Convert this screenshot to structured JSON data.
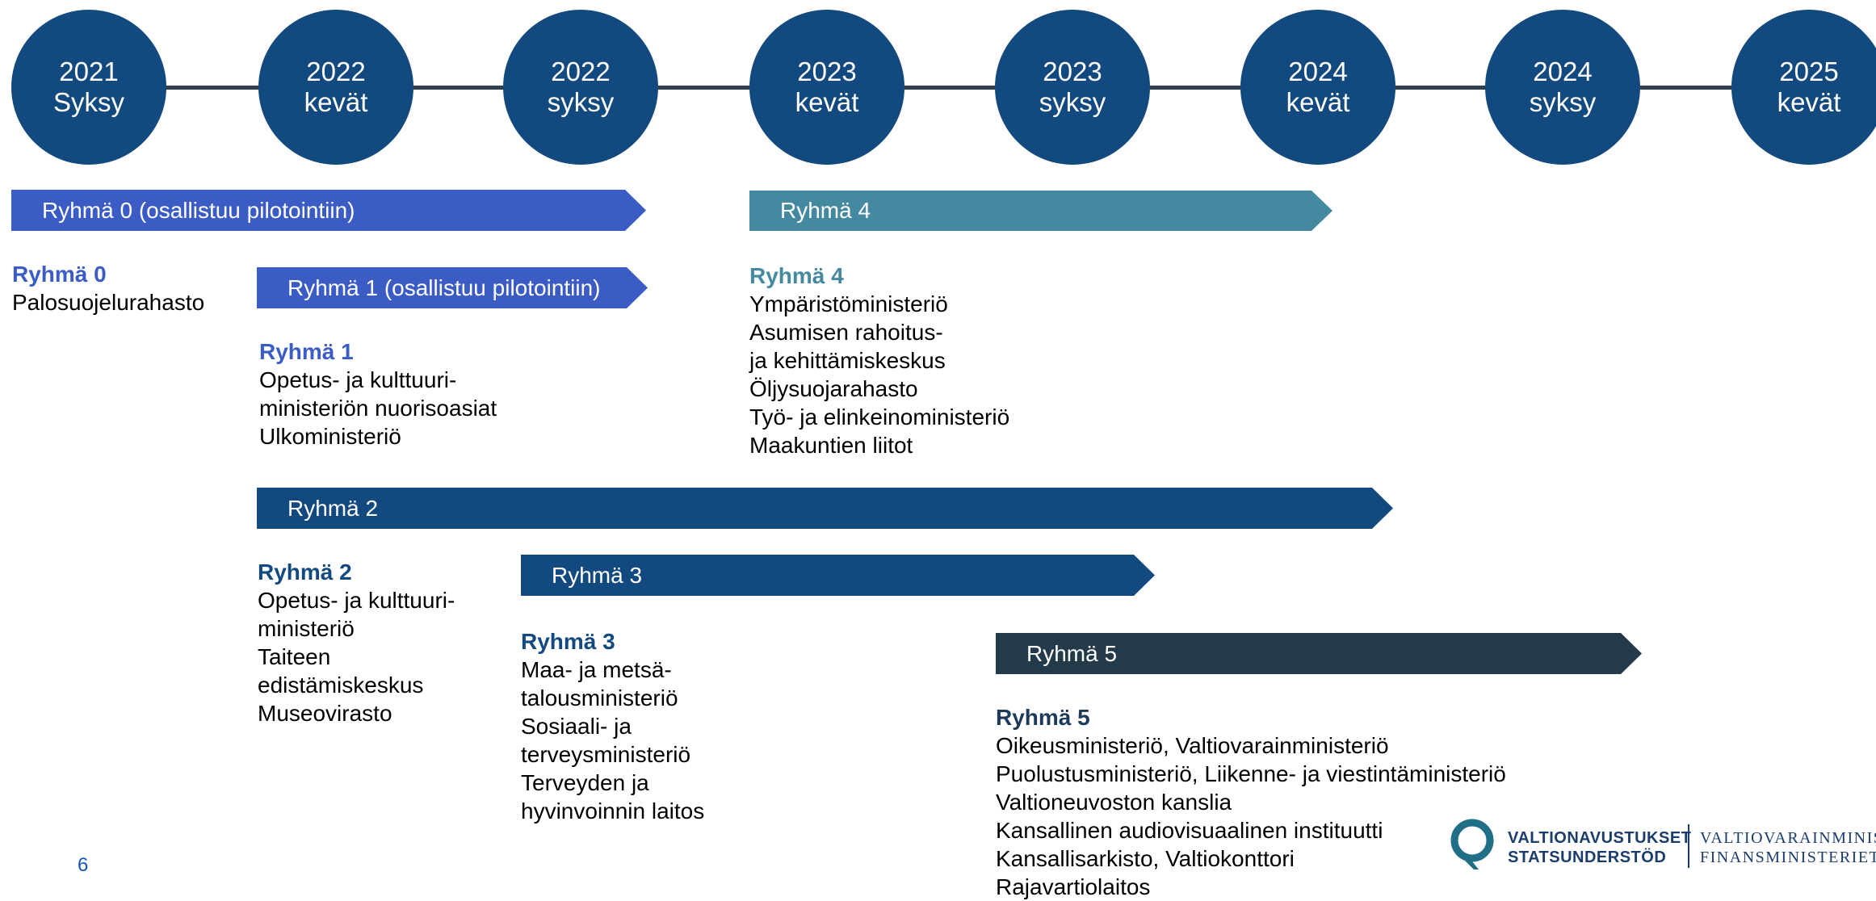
{
  "milestones": [
    {
      "year": "2021",
      "season": "Syksy"
    },
    {
      "year": "2022",
      "season": "kevät"
    },
    {
      "year": "2022",
      "season": "syksy"
    },
    {
      "year": "2023",
      "season": "kevät"
    },
    {
      "year": "2023",
      "season": "syksy"
    },
    {
      "year": "2024",
      "season": "kevät"
    },
    {
      "year": "2024",
      "season": "syksy"
    },
    {
      "year": "2025",
      "season": "kevät"
    }
  ],
  "bars": {
    "group0": "Ryhmä 0 (osallistuu pilotointiin)",
    "group1": "Ryhmä 1 (osallistuu pilotointiin)",
    "group2": "Ryhmä 2",
    "group3": "Ryhmä 3",
    "group4": "Ryhmä 4",
    "group5": "Ryhmä 5"
  },
  "groups": {
    "group0": {
      "title": "Ryhmä 0",
      "members": [
        "Palosuojelurahasto"
      ]
    },
    "group1": {
      "title": "Ryhmä 1",
      "members": [
        "Opetus- ja kulttuuri-",
        "ministeriön nuorisoasiat",
        "Ulkoministeriö"
      ]
    },
    "group2": {
      "title": "Ryhmä 2",
      "members": [
        "Opetus- ja kulttuuri-",
        "ministeriö",
        "Taiteen",
        "edistämiskeskus",
        "Museovirasto"
      ]
    },
    "group3": {
      "title": "Ryhmä 3",
      "members": [
        "Maa- ja metsä-",
        "talousministeriö",
        "Sosiaali- ja",
        "terveysministeriö",
        "Terveyden ja",
        "hyvinvoinnin laitos"
      ]
    },
    "group4": {
      "title": "Ryhmä 4",
      "members": [
        "Ympäristöministeriö",
        "Asumisen rahoitus-",
        "ja kehittämiskeskus",
        "Öljysuojarahasto",
        "Työ- ja elinkeinoministeriö",
        "Maakuntien liitot"
      ]
    },
    "group5": {
      "title": "Ryhmä 5",
      "members": [
        "Oikeusministeriö, Valtiovarainministeriö",
        "Puolustusministeriö, Liikenne- ja viestintäministeriö",
        "Valtioneuvoston kanslia",
        "Kansallinen audiovisuaalinen instituutti",
        "Kansallisarkisto, Valtiokonttori",
        "Rajavartiolaitos"
      ]
    }
  },
  "colors": {
    "milestone": "#124a7f",
    "group0": "#3a5cc4",
    "group1": "#3a5cc4",
    "group2": "#124a7f",
    "group3": "#124a7f",
    "group4": "#4589a1",
    "group5": "#233a4a"
  },
  "footer": {
    "page_number": "6",
    "logo_line1": "VALTIONAVUSTUKSET",
    "logo_line2": "STATSUNDERSTÖD",
    "ministry_line1": "VALTIOVARAINMINISTERIÖ",
    "ministry_line2": "FINANSMINISTERIET",
    "logo_icon": "valtionavustukset-logo-icon"
  }
}
